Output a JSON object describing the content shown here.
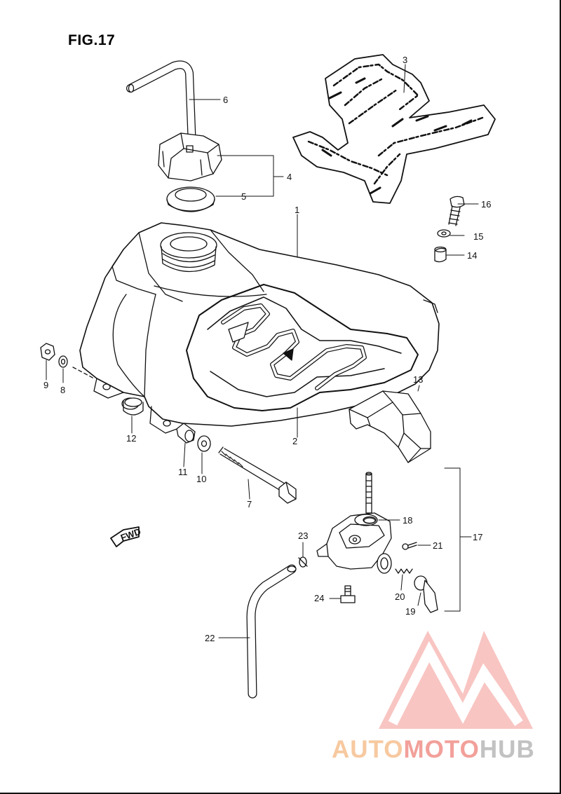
{
  "figure": {
    "title": "FIG.17"
  },
  "fwd_label": "FWD",
  "callouts": [
    {
      "id": "c1",
      "label": "1"
    },
    {
      "id": "c2",
      "label": "2"
    },
    {
      "id": "c3",
      "label": "3"
    },
    {
      "id": "c4",
      "label": "4"
    },
    {
      "id": "c5",
      "label": "5"
    },
    {
      "id": "c6",
      "label": "6"
    },
    {
      "id": "c7",
      "label": "7"
    },
    {
      "id": "c8",
      "label": "8"
    },
    {
      "id": "c9",
      "label": "9"
    },
    {
      "id": "c10",
      "label": "10"
    },
    {
      "id": "c11",
      "label": "11"
    },
    {
      "id": "c12",
      "label": "12"
    },
    {
      "id": "c13",
      "label": "13"
    },
    {
      "id": "c14",
      "label": "14"
    },
    {
      "id": "c15",
      "label": "15"
    },
    {
      "id": "c16",
      "label": "16"
    },
    {
      "id": "c17",
      "label": "17"
    },
    {
      "id": "c18",
      "label": "18"
    },
    {
      "id": "c19",
      "label": "19"
    },
    {
      "id": "c20",
      "label": "20"
    },
    {
      "id": "c21",
      "label": "21"
    },
    {
      "id": "c22",
      "label": "22"
    },
    {
      "id": "c23",
      "label": "23"
    },
    {
      "id": "c24",
      "label": "24"
    }
  ],
  "watermark": {
    "part1": "AUTO",
    "part2": "MOTO",
    "part3": "HUB",
    "colors": {
      "part1": "#f7c9a0",
      "part2": "#f2a09a",
      "part3": "#c7c7c7",
      "logo": "#f08a84"
    }
  },
  "colors": {
    "line": "#111111",
    "background": "#ffffff"
  }
}
